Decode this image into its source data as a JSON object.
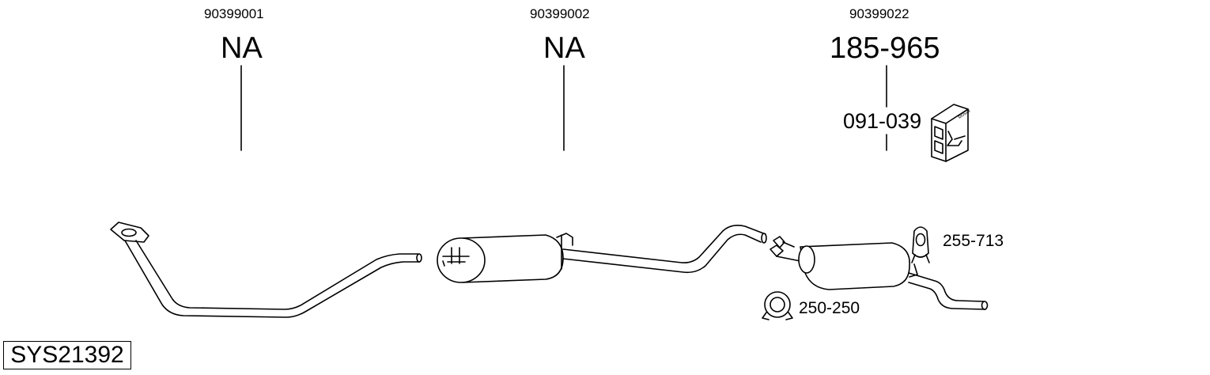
{
  "system_code": "SYS21392",
  "sections": [
    {
      "oem": "90399001",
      "part": "NA"
    },
    {
      "oem": "90399002",
      "part": "NA"
    },
    {
      "oem": "90399022",
      "part": "185-965",
      "sub_part": "091-039",
      "icon": "bosal-fitting-kit-box-icon"
    }
  ],
  "accessories": [
    {
      "part": "255-713",
      "icon": "rubber-hanger-icon"
    },
    {
      "part": "250-250",
      "icon": "pipe-clamp-icon"
    }
  ]
}
